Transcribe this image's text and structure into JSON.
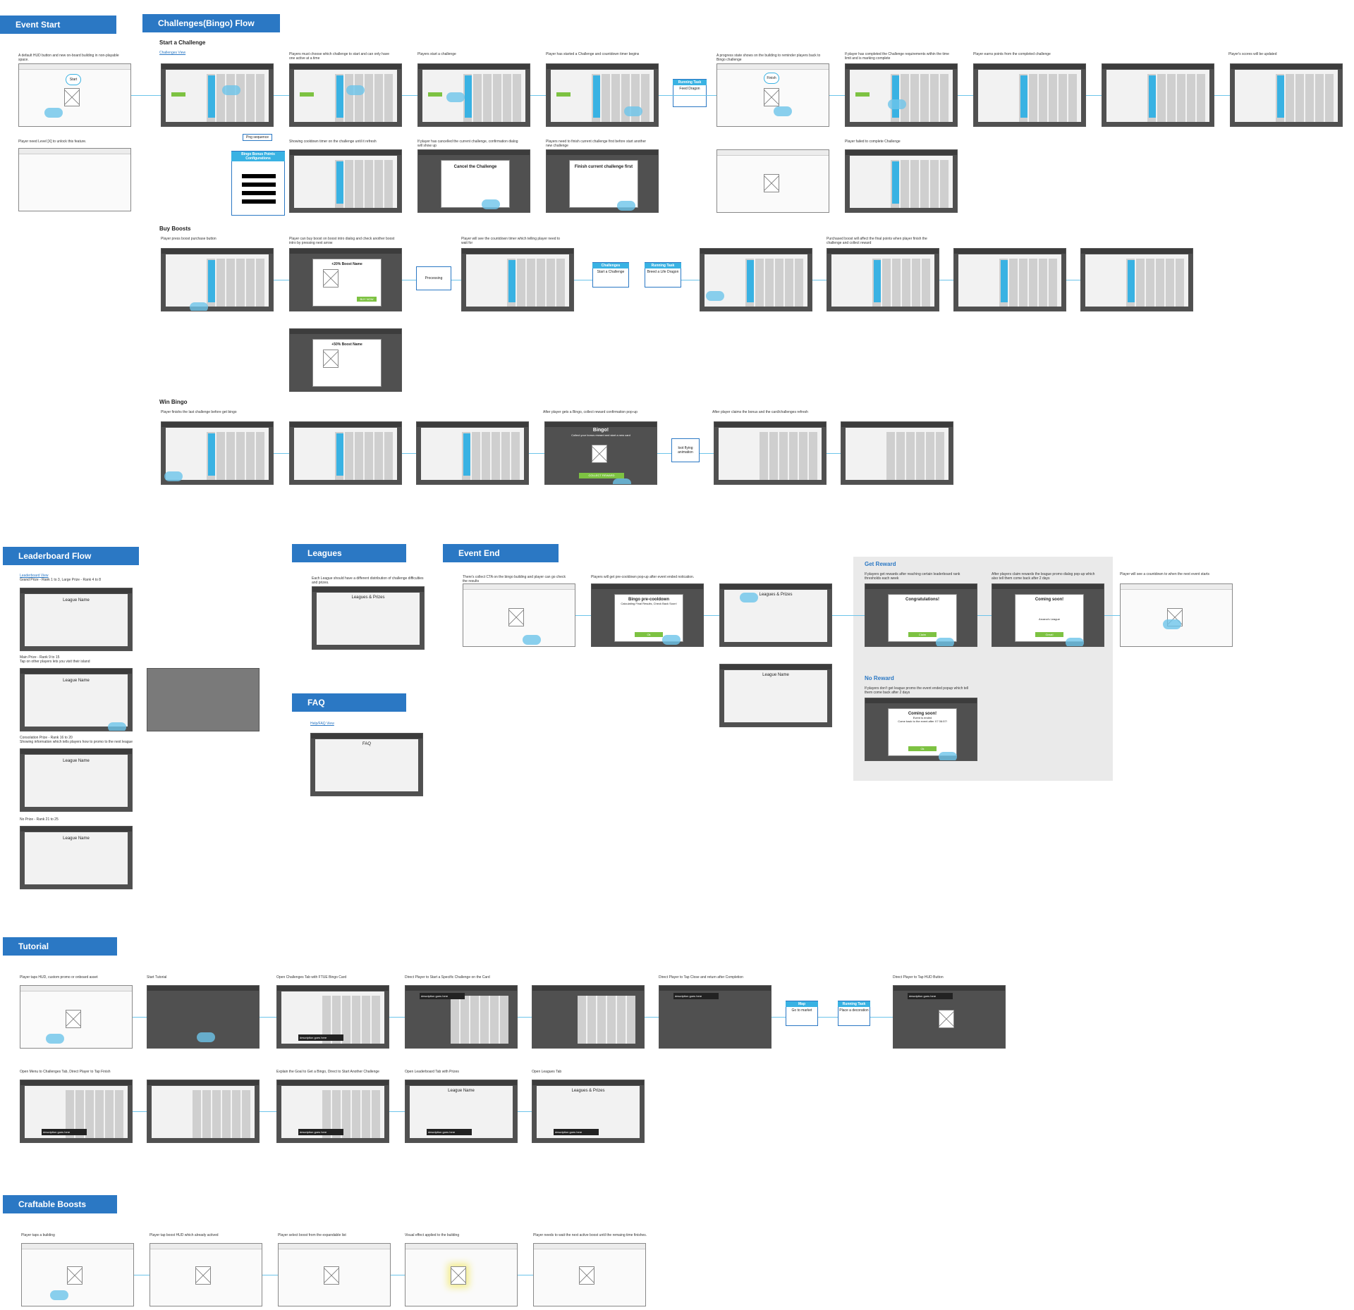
{
  "sections": {
    "event_start": "Event Start",
    "challenges_flow": "Challenges(Bingo) Flow",
    "leaderboard_flow": "Leaderboard Flow",
    "leagues": "Leagues",
    "event_end": "Event End",
    "faq": "FAQ",
    "tutorial": "Tutorial",
    "craftable_boosts": "Craftable Boosts",
    "get_reward": "Get Reward",
    "no_reward": "No Reward"
  },
  "subsections": {
    "start_challenge": "Start a Challenge",
    "buy_boosts": "Buy Boosts",
    "win_bingo": "Win Bingo"
  },
  "links": {
    "challenges_view": "Challenges View",
    "leaderboard_view": "Leaderboard View",
    "help_faq_view": "Help/FAQ View",
    "png_sequence": "Png sequence"
  },
  "notes": {
    "es1": "A default HUD button and new on-board building in non-playable space.",
    "es2": "Player need Level [X] to unlock this feature.",
    "c1": "Players must choose which challenge to start and can only have one active at a time",
    "c2": "Players start a challenge",
    "c3": "Player has started a Challenge and countdown timer begins",
    "c4": "A progress state shows on the building to reminder players back to Bingo challenge",
    "c5": "If player has completed the Challenge requirements within the time limit and is marking complete",
    "c6": "Player earns points from the completed challenge",
    "c7": "Player's scores will be updated",
    "c8": "Showing cooldown timer on the challenge until it refresh",
    "c9": "If player has cancelled the current challenge, confirmation dialog will show up",
    "c10": "Players need to finish current challenge first before start another new challenge",
    "c11": "Player failed to complete Challenge",
    "b1": "Player press boost purchase button",
    "b2": "Player can buy boost on boost intro dialog and check another boost intro by pressing next arrow",
    "b3": "Player will see the countdown timer which telling player need to wait for",
    "b4": "Purchased boost will affect the final points when player finish the challenge and collect reward",
    "w1": "Player finishs the last challenge before get bingo",
    "w2": "After player gets a Bingo, collect reward confirmation pop-up",
    "w3": "After player claims the bonus and the card/challenges refresh",
    "lb1": "Grand Prize - Rank 1 to 3, Large Prize - Rank 4 to 8",
    "lb2": "Main Prize - Rank 9 to 15",
    "lb2b": "Tap on other players lets you visit their island",
    "lb3": "Consolation Prize - Rank 16 to 20",
    "lb3b": "Showing information which tells players how to promo to the next league",
    "lb4": "No Prize - Rank 21 to 25",
    "lg1": "Each League should have a different distribution of challenge difficulties and prizes.",
    "ee1": "There's collect CTA on the bingo building and player can go check the results",
    "ee2": "Players will get pre-cooldown pop-up after event ended notication.",
    "gr1": "If players get rewards after reaching certain leaderboard rank thresholds each week",
    "gr2": "After players claim rewards the league promo dialog pop-up which also tell them come back after 2 days",
    "gr3": "Player will see a countdown to when the next event starts",
    "nr1": "If players don't get league promo the event ended popup which tell them come back after 2 days",
    "t1": "Player taps HUD, custom promo or onboard asset",
    "t2": "Start Tutorial",
    "t3": "Open Challenges Tab with FTUE Bingo Card",
    "t4": "Direct Player to Start a Specific Challenge on the Card",
    "t5": "Direct Player to Tap Close and return after Completion",
    "t6": "Direct Player to Tap HUD Button",
    "t7": "Open Menu to Challenges Tab, Direct Player to Tap Finish",
    "t8": "Explain the Goal to Get a Bingo, Direct to Start Another Challenge",
    "t9": "Open Leaderboard Tab with Prizes",
    "t10": "Open Leagues Tab",
    "cb1": "Player taps a building",
    "cb2": "Player tap boost HUD which already actived",
    "cb3": "Player select boost from the expandable list",
    "cb4": "Visual effect applied to the building",
    "cb5": "Player needs to wait the next active boost until the remaing time finishes."
  },
  "boxes": {
    "running_task": "Running Task",
    "feed_dragon": "Feed Dragon",
    "processing": "Processing",
    "challenges": "Challenges",
    "start_challenge": "Start a Challenge",
    "breed_life_dragon": "Breed a Life Dragon",
    "loot_flying": "loot flying animation",
    "bingo_bonus": "Bingo Bonus Points Configurations",
    "map": "Map",
    "go_to_market": "Go to market",
    "place_decoration": "Place a decoration"
  },
  "screens": {
    "start": "Start",
    "finish": "Finish",
    "boost20": "+20% Boost Name",
    "boost50": "+50% Boost Name",
    "buy_now": "BUY NOW",
    "cancel_challenge": "Cancel the Challenge",
    "finish_current": "Finish current challenge first",
    "bingo": "Bingo!",
    "bingo_sub": "Collect your bonus reward and start a new card",
    "collect_reward": "COLLECT REWARD",
    "league_name": "League Name",
    "leagues_prizes": "Leagues & Prizes",
    "faq_title": "FAQ",
    "bingo_precooldown": "Bingo pre-cooldown",
    "precooldown_sub": "Calculating Final Results, Check Back Soon!",
    "congratulations": "Congratulations!",
    "coming_soon": "Coming soon!",
    "arcana_league": "Arcana's League",
    "event_ended": "Event is ended",
    "come_back": "Come back to the event after X7 06:57!",
    "ok": "Ok",
    "claim": "Claim",
    "great": "Great!",
    "description": "description goes here"
  },
  "colors": {
    "header_blue": "#2b78c4",
    "accent_cyan": "#39b2e3",
    "button_green": "#7dc242",
    "grey_area": "#eaeaea"
  }
}
